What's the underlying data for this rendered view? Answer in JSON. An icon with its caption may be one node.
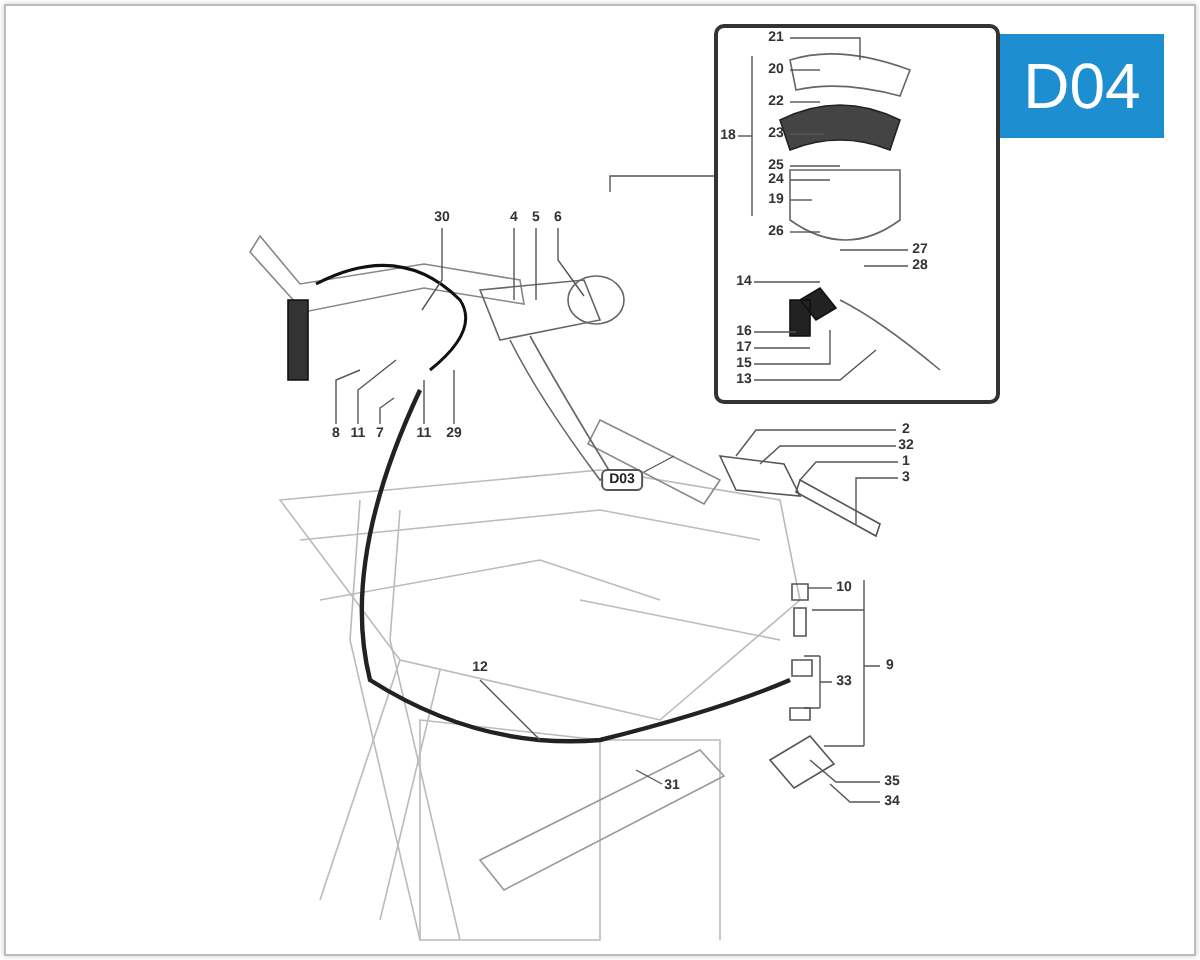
{
  "diagram": {
    "nodes": [
      {
        "text": [
          "D04"
        ]
      },
      {
        "text": [],
        "shape": "box"
      },
      {
        "text": [
          "21"
        ],
        "in": 1
      },
      {
        "text": [
          "20"
        ],
        "in": 1
      },
      {
        "text": [
          "22"
        ],
        "in": 1
      },
      {
        "text": [
          "23"
        ],
        "in": 1
      },
      {
        "text": [
          "18"
        ],
        "in": 1
      },
      {
        "text": [
          "25"
        ],
        "in": 1
      },
      {
        "text": [
          "24"
        ],
        "in": 1
      },
      {
        "text": [
          "19"
        ],
        "in": 1
      },
      {
        "text": [
          "26"
        ],
        "in": 1
      },
      {
        "text": [
          "27"
        ],
        "in": 1
      },
      {
        "text": [
          "28"
        ],
        "in": 1
      },
      {
        "text": [
          "14"
        ],
        "in": 1
      },
      {
        "text": [
          "16"
        ],
        "in": 1
      },
      {
        "text": [
          "17"
        ],
        "in": 1
      },
      {
        "text": [
          "15"
        ],
        "in": 1
      },
      {
        "text": [
          "13"
        ],
        "in": 1
      },
      {
        "text": [
          "30"
        ]
      },
      {
        "text": [
          "4"
        ]
      },
      {
        "text": [
          "5"
        ]
      },
      {
        "text": [
          "6"
        ]
      },
      {
        "text": [
          "8"
        ]
      },
      {
        "text": [
          "11"
        ]
      },
      {
        "text": [
          "7"
        ]
      },
      {
        "text": [
          "11"
        ]
      },
      {
        "text": [
          "29"
        ]
      },
      {
        "text": [
          "D03"
        ]
      },
      {
        "text": [
          "2"
        ]
      },
      {
        "text": [
          "32"
        ]
      },
      {
        "text": [
          "1"
        ]
      },
      {
        "text": [
          "3"
        ]
      },
      {
        "text": [
          "10"
        ]
      },
      {
        "text": [
          "9"
        ]
      },
      {
        "text": [
          "33"
        ]
      },
      {
        "text": [
          "35"
        ]
      },
      {
        "text": [
          "34"
        ]
      },
      {
        "text": [
          "12"
        ]
      },
      {
        "text": [
          "31"
        ]
      }
    ],
    "edges": [
      {
        "from": 1,
        "to": null,
        "arrow": "none"
      },
      {
        "from": 2,
        "to": null,
        "arrow": "none"
      },
      {
        "from": 3,
        "to": null,
        "arrow": "none"
      },
      {
        "from": 4,
        "to": null,
        "arrow": "none"
      },
      {
        "from": 5,
        "to": null,
        "arrow": "none"
      },
      {
        "from": 6,
        "to": null,
        "arrow": "none"
      },
      {
        "from": 7,
        "to": null,
        "arrow": "none"
      },
      {
        "from": 8,
        "to": null,
        "arrow": "none"
      },
      {
        "from": 9,
        "to": null,
        "arrow": "none"
      },
      {
        "from": 10,
        "to": null,
        "arrow": "none"
      },
      {
        "from": 11,
        "to": null,
        "arrow": "none"
      },
      {
        "from": 12,
        "to": null,
        "arrow": "none"
      },
      {
        "from": 13,
        "to": null,
        "arrow": "none"
      },
      {
        "from": 14,
        "to": null,
        "arrow": "none"
      },
      {
        "from": 15,
        "to": null,
        "arrow": "none"
      },
      {
        "from": 16,
        "to": null,
        "arrow": "none"
      },
      {
        "from": 17,
        "to": null,
        "arrow": "none"
      },
      {
        "from": 18,
        "to": null,
        "arrow": "none"
      },
      {
        "from": 19,
        "to": null,
        "arrow": "none"
      },
      {
        "from": 20,
        "to": null,
        "arrow": "none"
      },
      {
        "from": 21,
        "to": null,
        "arrow": "none"
      },
      {
        "from": 22,
        "to": null,
        "arrow": "none"
      },
      {
        "from": 23,
        "to": null,
        "arrow": "none"
      },
      {
        "from": 24,
        "to": null,
        "arrow": "none"
      },
      {
        "from": 25,
        "to": null,
        "arrow": "none"
      },
      {
        "from": 26,
        "to": null,
        "arrow": "none"
      },
      {
        "from": 27,
        "to": null,
        "arrow": "none"
      },
      {
        "from": 28,
        "to": null,
        "arrow": "none"
      },
      {
        "from": 29,
        "to": null,
        "arrow": "none"
      },
      {
        "from": 30,
        "to": null,
        "arrow": "none"
      },
      {
        "from": 31,
        "to": null,
        "arrow": "none"
      },
      {
        "from": 32,
        "to": null,
        "arrow": "none"
      },
      {
        "from": 33,
        "to": null,
        "arrow": "none"
      },
      {
        "from": 34,
        "to": null,
        "arrow": "none"
      },
      {
        "from": 35,
        "to": null,
        "arrow": "none"
      },
      {
        "from": 36,
        "to": null,
        "arrow": "none"
      },
      {
        "from": 37,
        "to": null,
        "arrow": "none"
      },
      {
        "from": 38,
        "to": null,
        "arrow": "none"
      }
    ]
  }
}
